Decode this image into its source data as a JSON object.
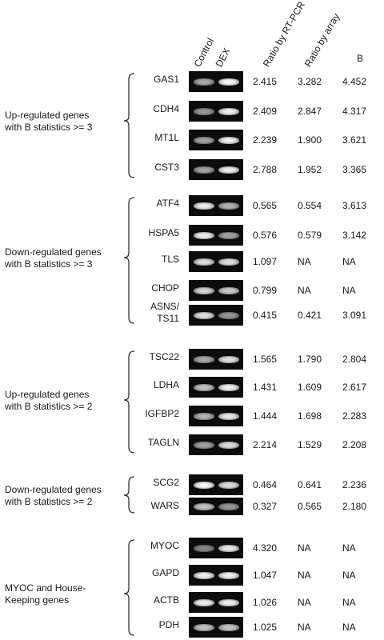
{
  "columns": {
    "control": "Control",
    "dex": "DEX",
    "rt_pcr": "Ratio by RT-PCR",
    "array": "Ratio by array",
    "b": "B"
  },
  "groups": [
    {
      "label_lines": [
        "Up-regulated genes",
        "with B statistics >= 3"
      ],
      "rows": [
        {
          "gene": [
            "GAS1"
          ],
          "rt": "2.415",
          "array": "3.282",
          "b": "4.452",
          "control": 0.55,
          "dex": 1.0
        },
        {
          "gene": [
            "CDH4"
          ],
          "rt": "2.409",
          "array": "2.847",
          "b": "4.317",
          "control": 0.45,
          "dex": 0.95
        },
        {
          "gene": [
            "MT1L"
          ],
          "rt": "2.239",
          "array": "1.900",
          "b": "3.621",
          "control": 0.5,
          "dex": 0.95
        },
        {
          "gene": [
            "CST3"
          ],
          "rt": "2.788",
          "array": "1.952",
          "b": "3.365",
          "control": 0.5,
          "dex": 0.95
        }
      ]
    },
    {
      "label_lines": [
        "Down-regulated genes",
        "with B statistics >= 3"
      ],
      "rows": [
        {
          "gene": [
            "ATF4"
          ],
          "rt": "0.565",
          "array": "0.554",
          "b": "3.613",
          "control": 0.95,
          "dex": 0.6
        },
        {
          "gene": [
            "HSPA5"
          ],
          "rt": "0.576",
          "array": "0.579",
          "b": "3.142",
          "control": 0.95,
          "dex": 0.5
        },
        {
          "gene": [
            "TLS"
          ],
          "rt": "1.097",
          "array": "NA",
          "b": "NA",
          "control": 0.85,
          "dex": 0.85
        },
        {
          "gene": [
            "CHOP"
          ],
          "rt": "0.799",
          "array": "NA",
          "b": "NA",
          "control": 0.8,
          "dex": 0.75
        },
        {
          "gene": [
            "ASNS/",
            "TS11"
          ],
          "rt": "0.415",
          "array": "0.421",
          "b": "3.091",
          "control": 0.85,
          "dex": 0.45
        }
      ]
    },
    {
      "label_lines": [
        "Up-regulated genes",
        "with B statistics >= 2"
      ],
      "rows": [
        {
          "gene": [
            "TSC22"
          ],
          "rt": "1.565",
          "array": "1.790",
          "b": "2.804",
          "control": 0.55,
          "dex": 0.85
        },
        {
          "gene": [
            "LDHA"
          ],
          "rt": "1.431",
          "array": "1.609",
          "b": "2.617",
          "control": 0.7,
          "dex": 0.95
        },
        {
          "gene": [
            "IGFBP2"
          ],
          "rt": "1.444",
          "array": "1.698",
          "b": "2.283",
          "control": 0.6,
          "dex": 0.9
        },
        {
          "gene": [
            "TAGLN"
          ],
          "rt": "2.214",
          "array": "1.529",
          "b": "2.208",
          "control": 0.5,
          "dex": 0.85
        }
      ]
    },
    {
      "label_lines": [
        "Down-regulated genes",
        "with B statistics >= 2"
      ],
      "rows": [
        {
          "gene": [
            "SCG2"
          ],
          "rt": "0.464",
          "array": "0.641",
          "b": "2.236",
          "control": 1.0,
          "dex": 0.85
        },
        {
          "gene": [
            "WARS"
          ],
          "rt": "0.327",
          "array": "0.565",
          "b": "2.180",
          "control": 0.7,
          "dex": 0.45
        }
      ]
    },
    {
      "label_lines": [
        "MYOC and House-",
        "Keeping genes"
      ],
      "rows": [
        {
          "gene": [
            "MYOC"
          ],
          "rt": "4.320",
          "array": "NA",
          "b": "NA",
          "control": 0.35,
          "dex": 0.9
        },
        {
          "gene": [
            "GAPD"
          ],
          "rt": "1.047",
          "array": "NA",
          "b": "NA",
          "control": 0.95,
          "dex": 0.95
        },
        {
          "gene": [
            "ACTB"
          ],
          "rt": "1.026",
          "array": "NA",
          "b": "NA",
          "control": 0.95,
          "dex": 0.95
        },
        {
          "gene": [
            "PDH"
          ],
          "rt": "1.025",
          "array": "NA",
          "b": "NA",
          "control": 0.7,
          "dex": 0.7
        }
      ]
    }
  ]
}
